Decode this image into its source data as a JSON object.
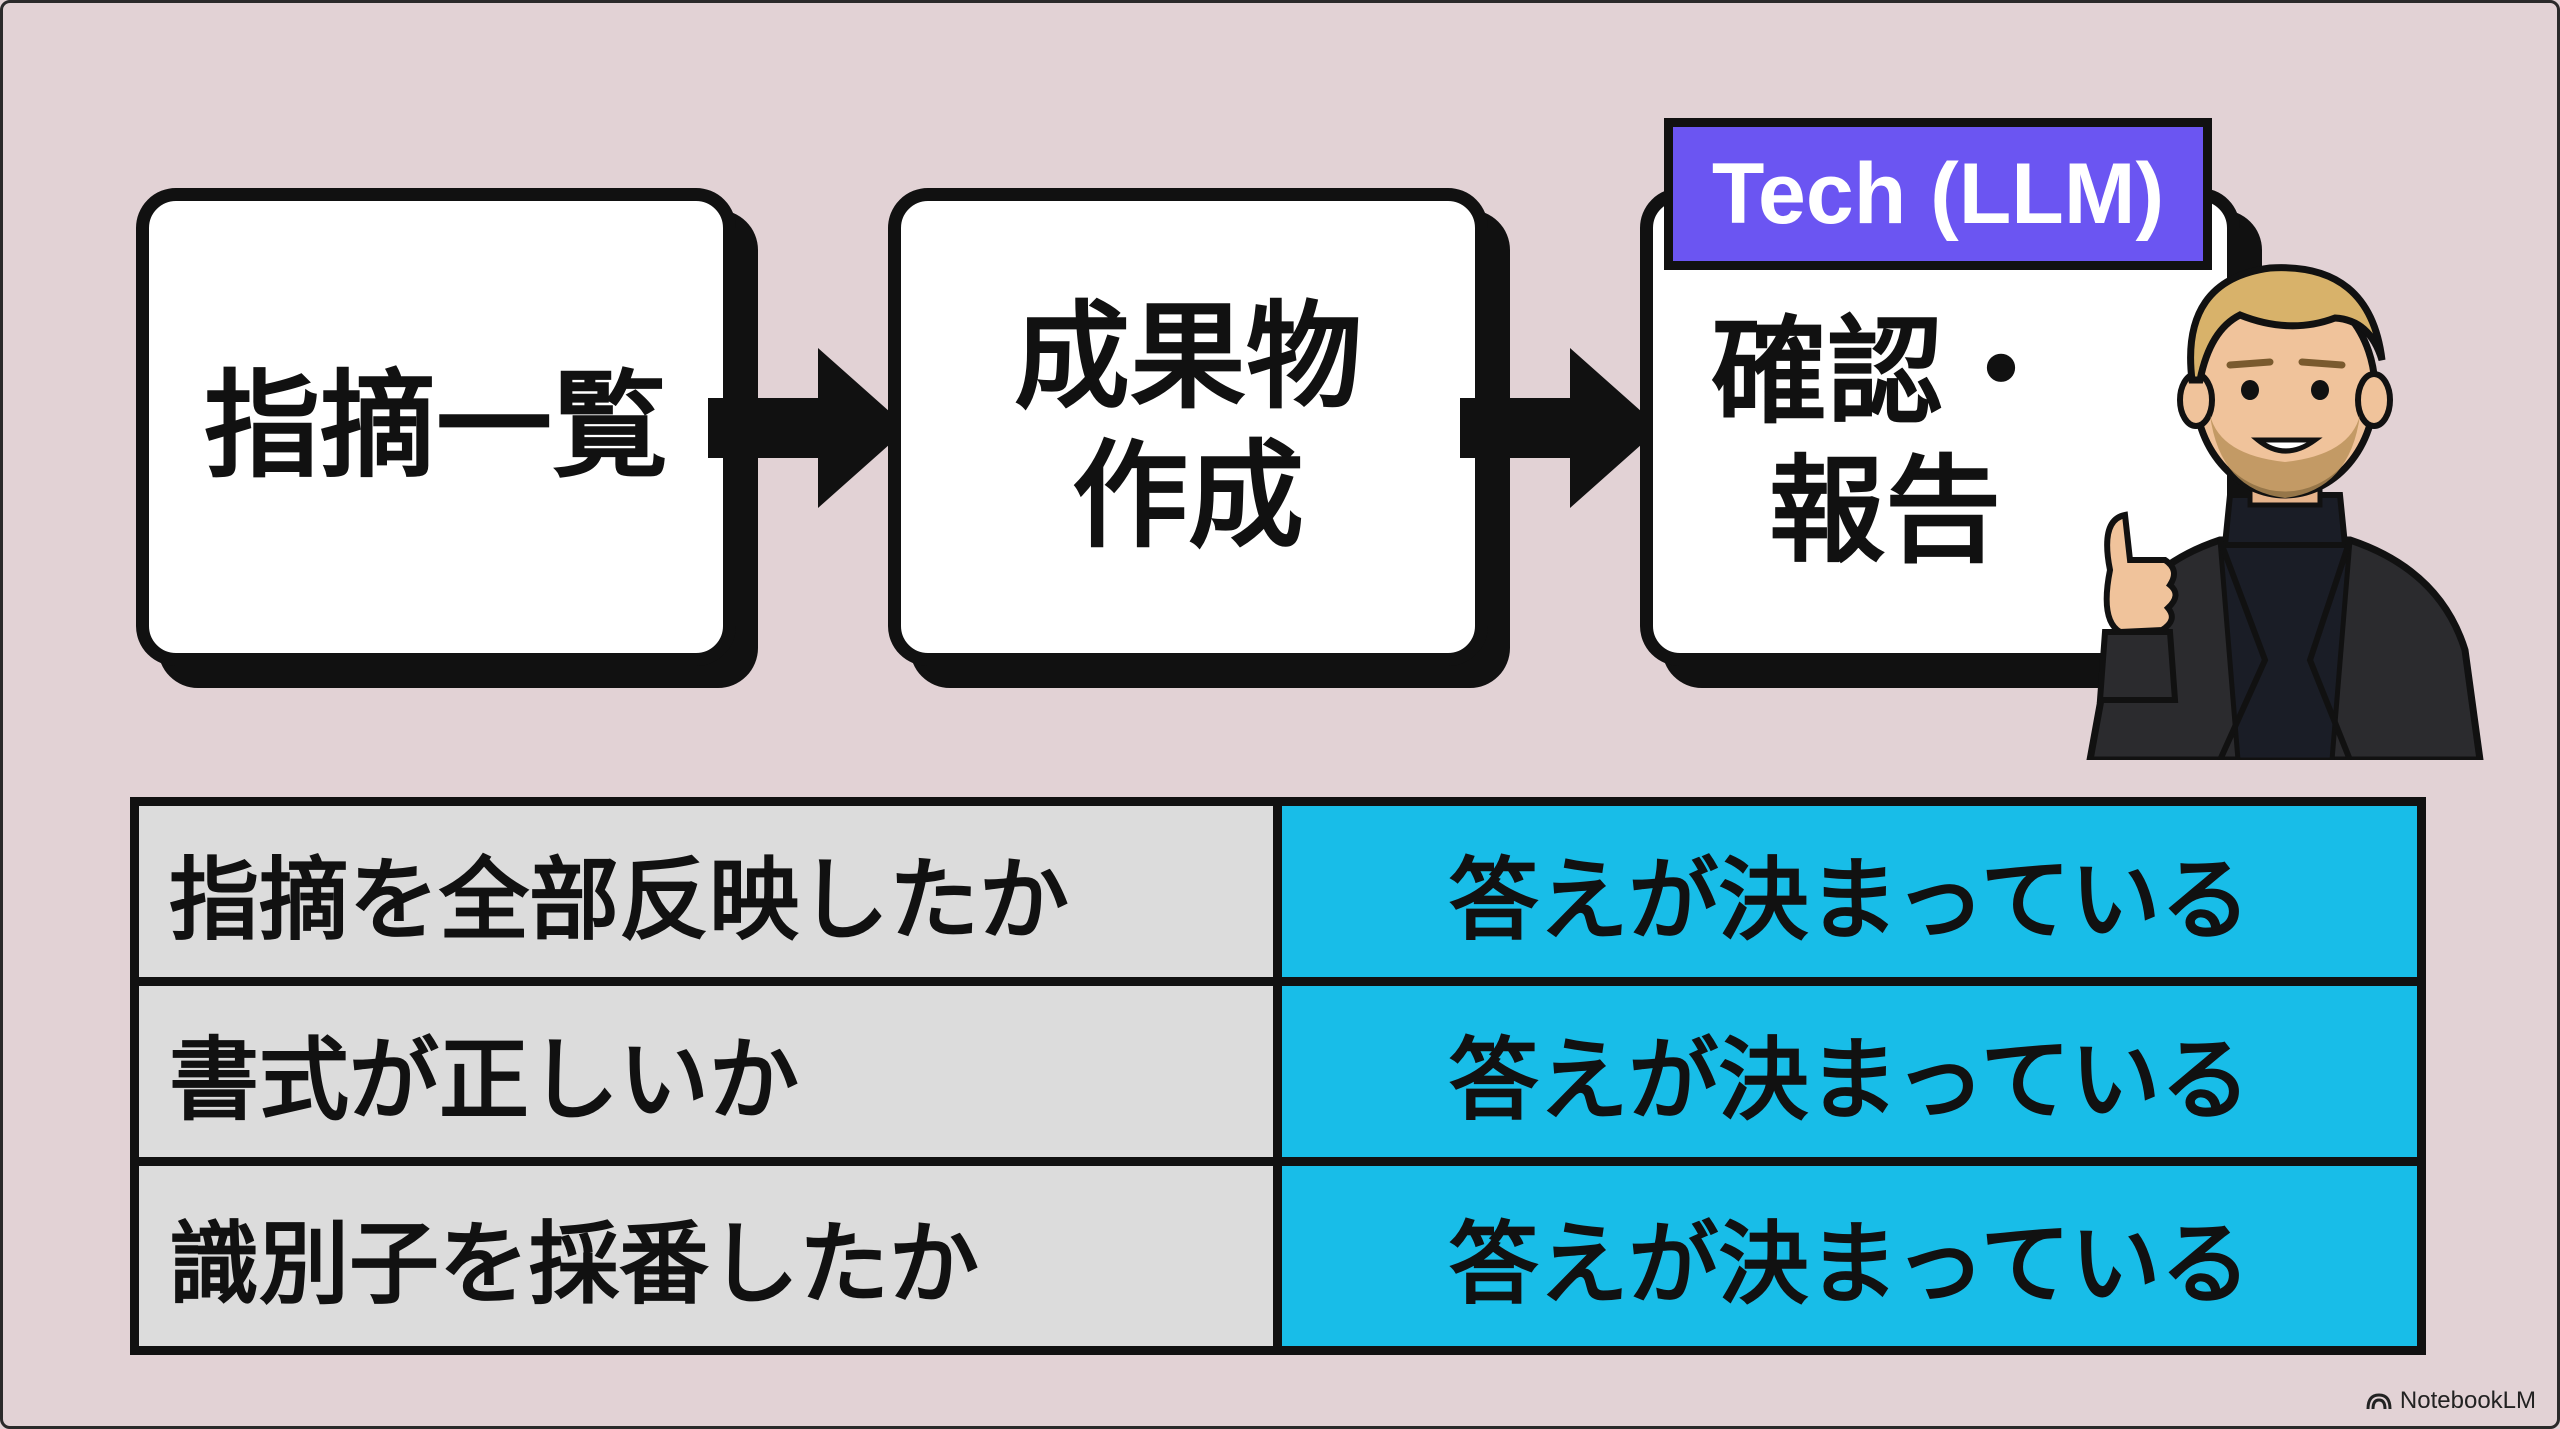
{
  "flow": {
    "steps": [
      {
        "label": "指摘一覧"
      },
      {
        "label": "成果物\n作成"
      },
      {
        "label": "確認・\n報告"
      }
    ],
    "tag": "Tech (LLM)"
  },
  "table": {
    "rows": [
      {
        "item": "指摘を全部反映したか",
        "answer": "答えが決まっている"
      },
      {
        "item": "書式が正しいか",
        "answer": "答えが決まっている"
      },
      {
        "item": "識別子を採番したか",
        "answer": "答えが決まっている"
      }
    ]
  },
  "branding": {
    "label": "NotebookLM",
    "icon": "notebooklm-logo-icon"
  },
  "colors": {
    "background": "#e2d2d5",
    "tag": "#6b55f2",
    "answer_cell": "#18bde8",
    "item_cell": "#dcdcdc"
  }
}
